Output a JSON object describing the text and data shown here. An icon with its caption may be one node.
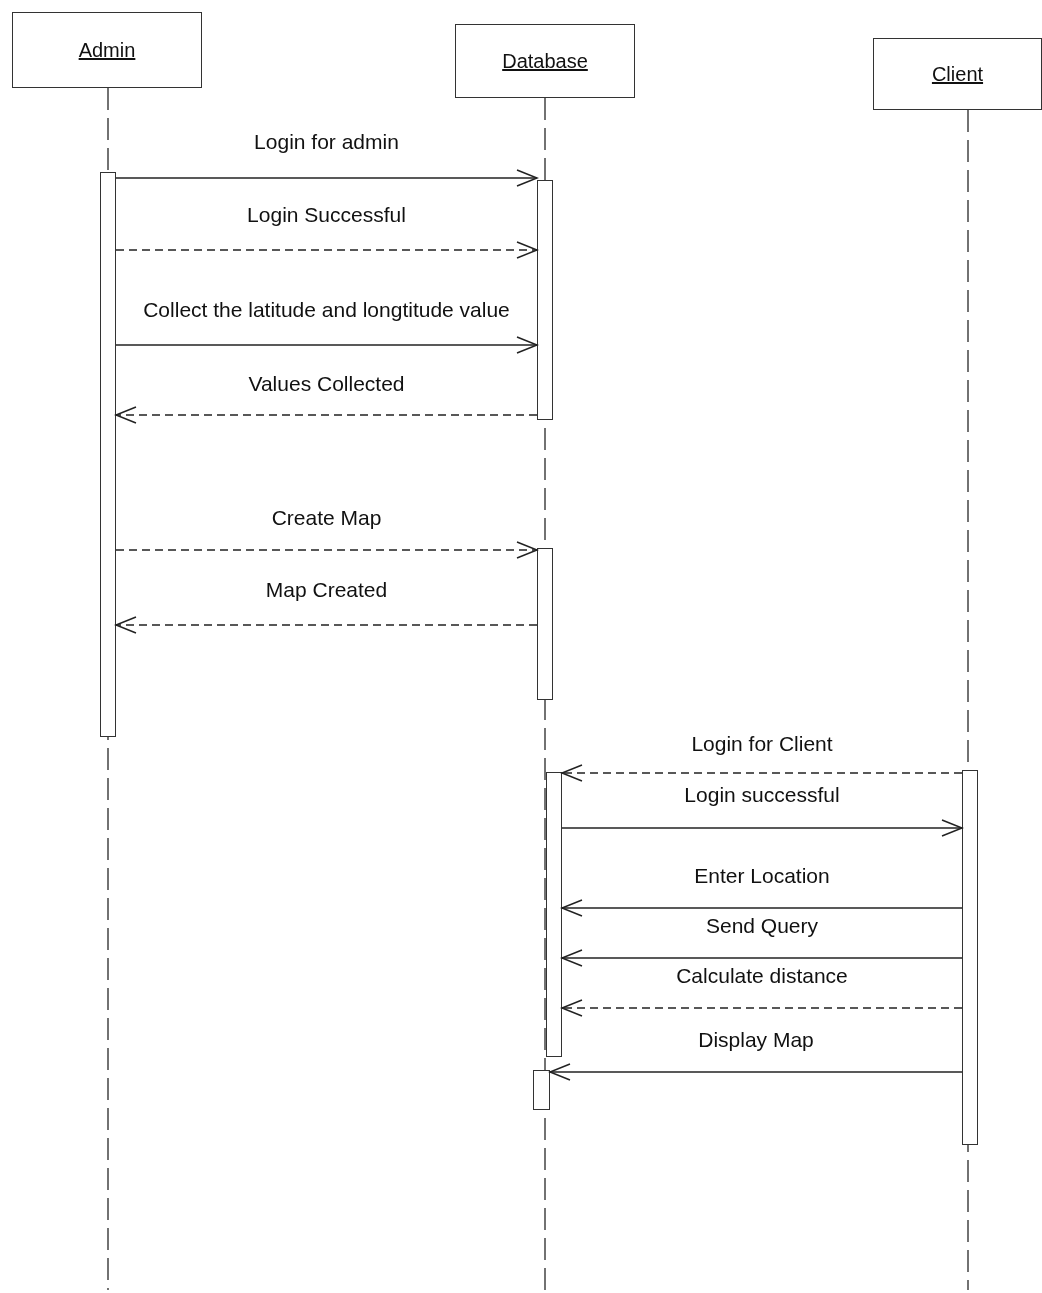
{
  "diagram": {
    "nodes": [
      {
        "text": [
          "Admin"
        ]
      },
      {
        "text": [
          "Database"
        ]
      },
      {
        "text": [
          "Client"
        ]
      },
      {
        "text": [],
        "shape": "bar"
      },
      {
        "text": [],
        "shape": "bar"
      },
      {
        "text": [],
        "shape": "bar"
      },
      {
        "text": [],
        "shape": "bar"
      },
      {
        "text": [],
        "shape": "bar"
      },
      {
        "text": [],
        "shape": "bar"
      }
    ],
    "edges": [
      {
        "from": 3,
        "to": 4,
        "arrow": "to",
        "label": "Login for admin"
      },
      {
        "from": 3,
        "to": 4,
        "arrow": "to",
        "label": "Login Successful",
        "style": "dashed"
      },
      {
        "from": 3,
        "to": 4,
        "arrow": "to",
        "label": "Collect the latitude and longtitude value"
      },
      {
        "from": 4,
        "to": 3,
        "arrow": "to",
        "label": "Values Collected",
        "style": "dashed"
      },
      {
        "from": 3,
        "to": 5,
        "arrow": "to",
        "label": "Create Map",
        "style": "dashed"
      },
      {
        "from": 5,
        "to": 3,
        "arrow": "to",
        "label": "Map Created",
        "style": "dashed"
      },
      {
        "from": 8,
        "to": 6,
        "arrow": "to",
        "label": "Login for Client",
        "style": "dashed"
      },
      {
        "from": 6,
        "to": 8,
        "arrow": "to",
        "label": "Login successful"
      },
      {
        "from": 8,
        "to": 6,
        "arrow": "to",
        "label": "Enter Location"
      },
      {
        "from": 8,
        "to": 6,
        "arrow": "to",
        "label": "Send Query"
      },
      {
        "from": 8,
        "to": 6,
        "arrow": "to",
        "label": "Calculate distance",
        "style": "dashed"
      },
      {
        "from": 8,
        "to": 7,
        "arrow": "to",
        "label": "Display Map"
      }
    ]
  }
}
